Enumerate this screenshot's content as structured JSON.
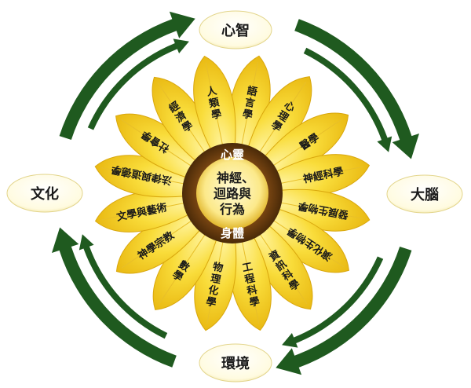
{
  "nodes": {
    "top": "心智",
    "right": "大腦",
    "bottom": "環境",
    "left": "文化"
  },
  "ring": {
    "top": "心靈",
    "bottom": "身體"
  },
  "center": {
    "line1": "神經、",
    "line2": "迴路與",
    "line3": "行為"
  },
  "petals": [
    "語言學",
    "心理學",
    "醫學",
    "神經科學",
    "發展生物學",
    "演化生物學",
    "資訊科學",
    "工程科學",
    "物理化學",
    "數學",
    "神學宗教",
    "文學與藝術",
    "法律與道德學",
    "社會學",
    "經濟學",
    "人類學"
  ],
  "colors": {
    "arrow_green": "#1f5a1f",
    "petal_yellow": "#f7d31f",
    "ring_brown": "#6b3e12",
    "node_fill": "#fffbe0"
  }
}
